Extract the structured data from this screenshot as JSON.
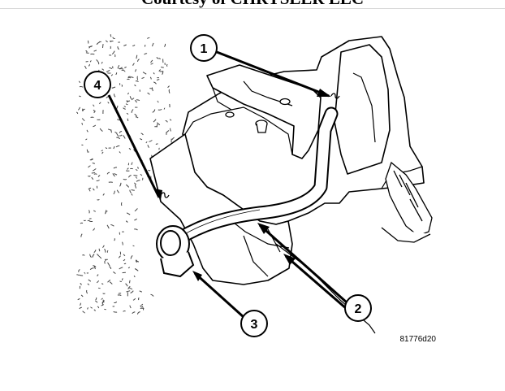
{
  "header": {
    "courtesy_text": "Courtesy of CHRYSLER LLC"
  },
  "callouts": [
    {
      "number": "1"
    },
    {
      "number": "2"
    },
    {
      "number": "3"
    },
    {
      "number": "4"
    }
  ],
  "figure_id": "81776d20"
}
